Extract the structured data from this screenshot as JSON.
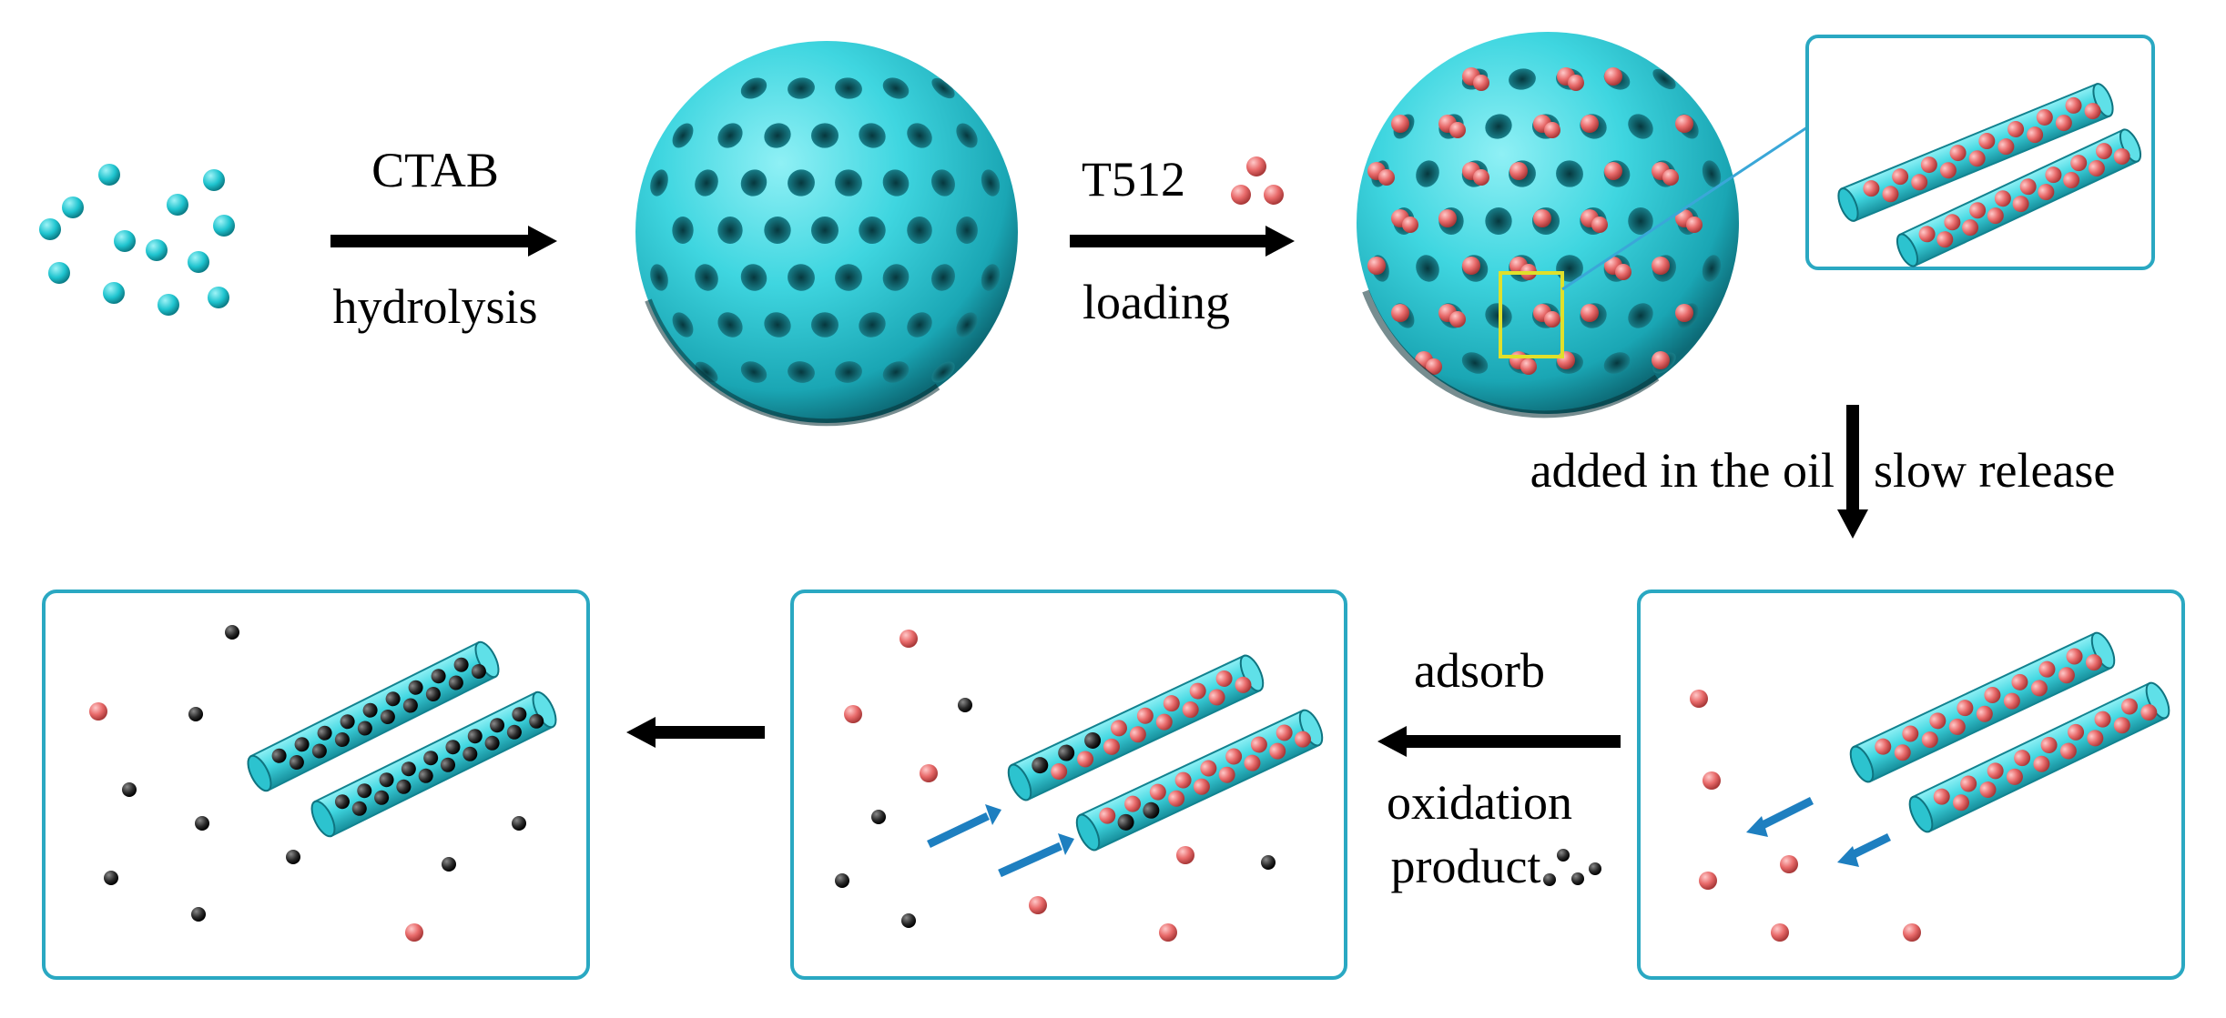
{
  "labels": {
    "step1_top": "CTAB",
    "step1_bottom": "hydrolysis",
    "step2_top": "T512",
    "step2_bottom": "loading",
    "step3_left": "added in the oil",
    "step3_right": "slow release",
    "step4_top": "adsorb",
    "step4_bottom_line1": "oxidation",
    "step4_bottom_line2": "product"
  },
  "colors": {
    "precursor_cyan": "#1fc4cf",
    "silica_cyan": "#3fd6e0",
    "pore_dark": "#0e5f69",
    "frame_border": "#2aa8c2",
    "t512_red": "#e86a6a",
    "oxidation_black": "#2a2a2a",
    "arrow_black": "#000000",
    "flow_arrow_blue": "#1e7fc0",
    "highlight_yellow": "#e0e02a",
    "connector_blue": "#3aa7d8"
  },
  "icons": {
    "precursor": "cyan-precursor-dots",
    "msn_empty": "mesoporous-silica-sphere",
    "msn_loaded": "loaded-silica-sphere",
    "t512": "red-t512-molecules",
    "oxidation_product": "black-oxidation-molecules"
  }
}
